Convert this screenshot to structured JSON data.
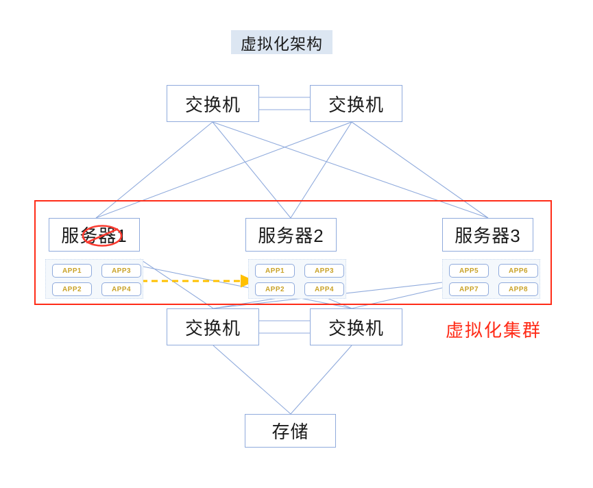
{
  "diagram": {
    "title": "虚拟化架构",
    "cluster_label": "虚拟化集群",
    "cluster_border_color": "#ff2b17",
    "node_border_color": "#8faadc",
    "edge_color": "#8faadc",
    "app_text_color": "#c9a227",
    "migration_arrow_color": "#ffc000",
    "title_bg_color": "#dce6f2"
  },
  "switches_top": [
    {
      "label": "交换机"
    },
    {
      "label": "交换机"
    }
  ],
  "servers": [
    {
      "label": "服务器1",
      "failed": true,
      "apps": [
        {
          "label": "APP1"
        },
        {
          "label": "APP3"
        },
        {
          "label": "APP2"
        },
        {
          "label": "APP4"
        }
      ]
    },
    {
      "label": "服务器2",
      "failed": false,
      "apps": [
        {
          "label": "APP1"
        },
        {
          "label": "APP3"
        },
        {
          "label": "APP2"
        },
        {
          "label": "APP4"
        }
      ]
    },
    {
      "label": "服务器3",
      "failed": false,
      "apps": [
        {
          "label": "APP5"
        },
        {
          "label": "APP6"
        },
        {
          "label": "APP7"
        },
        {
          "label": "APP8"
        }
      ]
    }
  ],
  "switches_bottom": [
    {
      "label": "交换机"
    },
    {
      "label": "交换机"
    }
  ],
  "storage": {
    "label": "存储"
  }
}
